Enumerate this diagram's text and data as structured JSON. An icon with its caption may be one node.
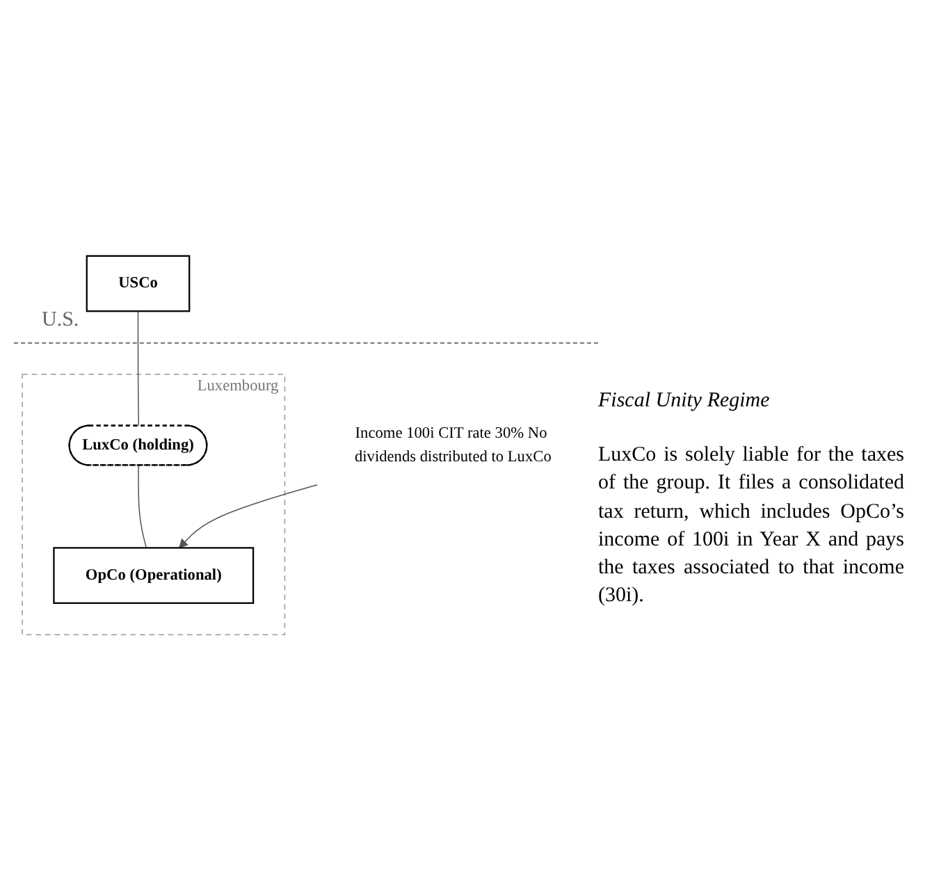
{
  "diagram": {
    "nodes": [
      {
        "text": [
          "USCo"
        ]
      },
      {
        "text": [
          "Luxembourg"
        ]
      },
      {
        "text": [
          "LuxCo (holding)"
        ],
        "in": 1
      },
      {
        "text": [
          "OpCo (Operational)"
        ],
        "in": 1
      },
      {
        "text": [
          "Income 100i CIT rate 30% No dividends distributed to LuxCo"
        ]
      }
    ],
    "edges": [
      {
        "from": 0,
        "to": 2,
        "arrow": "none"
      },
      {
        "from": 2,
        "to": 3,
        "arrow": "none"
      },
      {
        "from": 4,
        "to": 3,
        "arrow": "to"
      }
    ],
    "labels": [
      "U.S.",
      "Fiscal Unity Regime",
      "LuxCo is solely liable for the taxes of the group. It files a consolidated tax return, which includes OpCo’s income of 100i in Year X and pays the taxes associated to that income (30i)."
    ]
  }
}
